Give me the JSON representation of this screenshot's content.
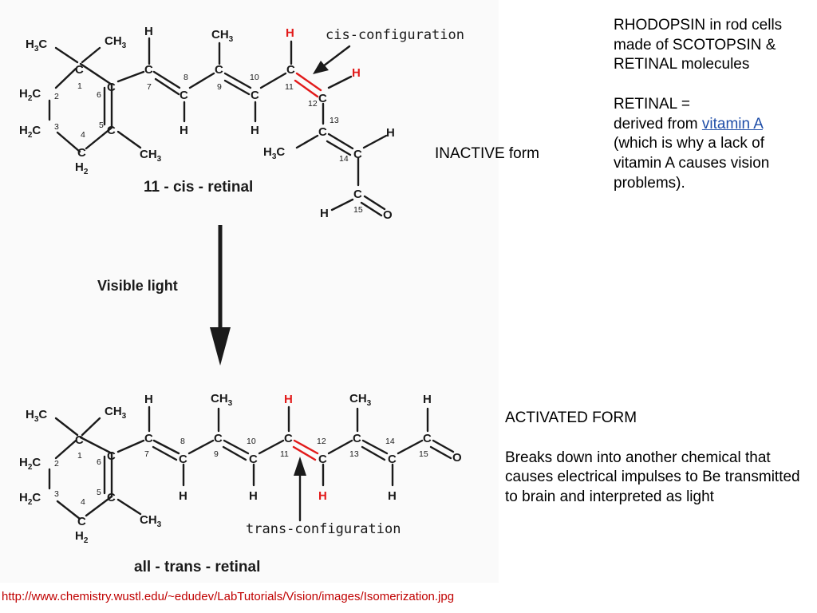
{
  "top_molecule": {
    "caption": "11 - cis - retinal",
    "configuration_label": "cis-configuration",
    "form_label": "INACTIVE form"
  },
  "transition": {
    "label": "Visible light"
  },
  "bottom_molecule": {
    "caption": "all - trans - retinal",
    "configuration_label": "trans-configuration"
  },
  "info": {
    "rhodopsin": "RHODOPSIN in rod cells made of SCOTOPSIN & RETINAL molecules",
    "retinal_line1": "RETINAL =",
    "retinal_prefix": "derived from ",
    "retinal_link": "vitamin A",
    "retinal_suffix": " (which is why a lack of vitamin A causes vision problems)."
  },
  "activated": {
    "title": "ACTIVATED FORM",
    "description": "Breaks down into another chemical that causes electrical impulses to Be transmitted to brain and interpreted as light"
  },
  "source_url": "http://www.chemistry.wustl.edu/~edudev/LabTutorials/Vision/images/Isomerization.jpg",
  "colors": {
    "highlight": "#e21a1a",
    "link": "#1f4ea8",
    "source": "#c00000"
  }
}
